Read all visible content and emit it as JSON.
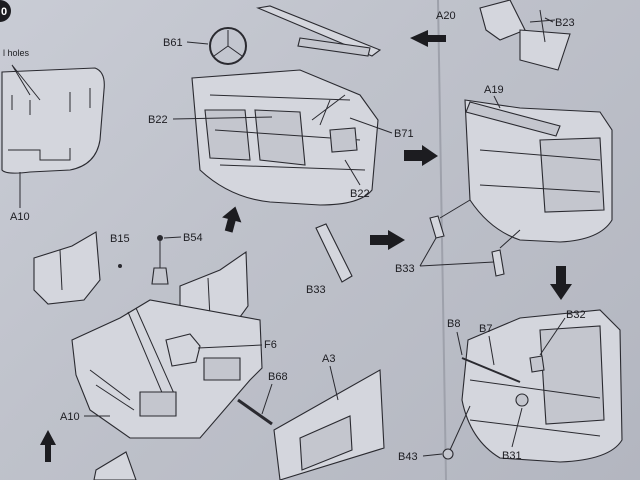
{
  "step_number": "0",
  "partial_label": "l holes",
  "labels": {
    "a10_top": "A10",
    "b61": "B61",
    "b22_left": "B22",
    "b71": "B71",
    "b22_bottom": "B22",
    "a20": "A20",
    "b23": "B23",
    "a19": "A19",
    "b33_mid": "B33",
    "b33_right": "B33",
    "b15": "B15",
    "b54": "B54",
    "f6": "F6",
    "a3": "A3",
    "b68": "B68",
    "a10_bottom": "A10",
    "b8": "B8",
    "b7": "B7",
    "b32": "B32",
    "b43": "B43",
    "b31": "B31"
  }
}
